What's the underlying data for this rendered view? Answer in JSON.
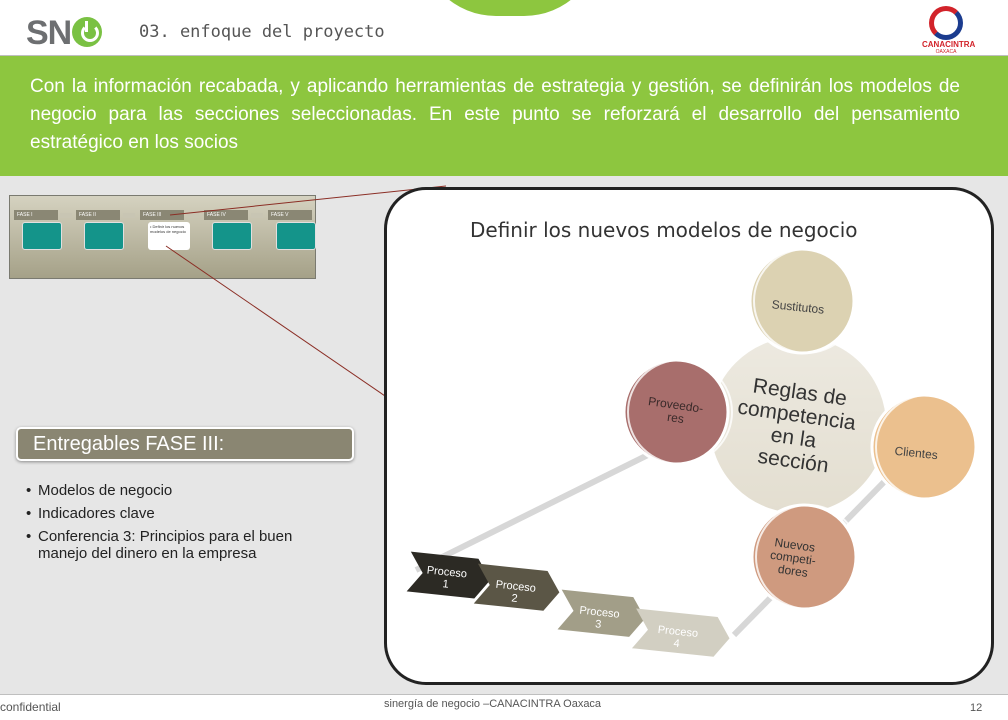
{
  "header": {
    "logo_text": "SN",
    "title": "03. enfoque del proyecto",
    "partner_logo": "CANACINTRA",
    "partner_logo_sub": "OAXACA"
  },
  "banner": {
    "text": "Con la información recabada, y aplicando herramientas de estrategia y gestión, se definirán los modelos de negocio para las secciones seleccionadas. En este punto se reforzará el desarrollo del pensamiento estratégico en los socios"
  },
  "thumbnail": {
    "phases": [
      "FASE I",
      "FASE II",
      "FASE III",
      "FASE IV",
      "FASE V"
    ],
    "note": "• Definir los nuevos modelos de negocio"
  },
  "deliverables": {
    "title": "Entregables FASE III:",
    "items": [
      "Modelos de negocio",
      "Indicadores clave",
      "Conferencia 3: Principios para el buen manejo del dinero en la empresa"
    ]
  },
  "diagram": {
    "title": "Definir los nuevos modelos de negocio",
    "center": [
      "Reglas de",
      "competencia",
      "en la",
      "sección"
    ],
    "forces": {
      "top": [
        "Sustitutos"
      ],
      "right": [
        "Clientes"
      ],
      "bottom": [
        "Nuevos",
        "competi-",
        "dores"
      ],
      "left": [
        "Proveedo-",
        "res"
      ]
    },
    "processes": [
      [
        "Proceso",
        "1"
      ],
      [
        "Proceso",
        "2"
      ],
      [
        "Proceso",
        "3"
      ],
      [
        "Proceso",
        "4"
      ]
    ]
  },
  "footer": {
    "left": "confidential",
    "center": "sinergía de negocio –CANACINTRA Oaxaca",
    "page": "12"
  },
  "colors": {
    "brand_green": "#8dc63f",
    "deliverables_box": "#8a8672",
    "center_circle": "#e3ded0",
    "substitutes": "#dcd2b2",
    "clients": "#ebc08e",
    "new_competitors": "#cf9a7f",
    "suppliers": "#a86e6c",
    "teal": "#14948a"
  }
}
